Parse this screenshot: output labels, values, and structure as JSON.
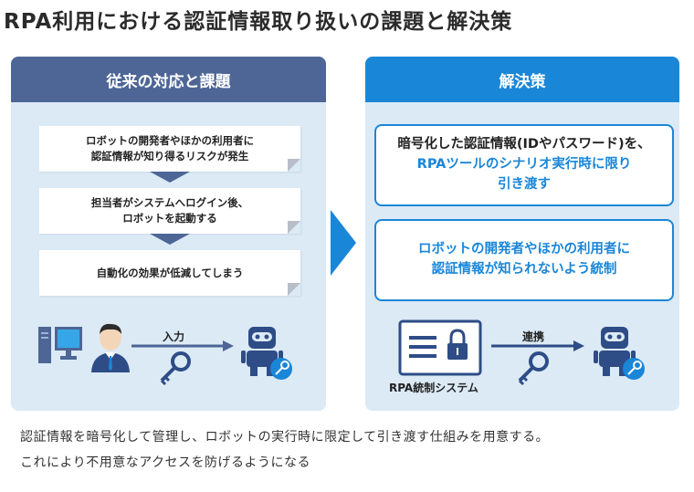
{
  "title": "RPA利用における認証情報取り扱いの課題と解決策",
  "left": {
    "heading": "従来の対応と課題",
    "steps": [
      "ロボットの開発者やほかの利用者に\n認証情報が知り得るリスクが発生",
      "担当者がシステムへログイン後、\nロボットを起動する",
      "自動化の効果が低減してしまう"
    ],
    "flow_label": "入力"
  },
  "right": {
    "heading": "解決策",
    "solution1_line1": "暗号化した認証情報(IDやパスワード)を、",
    "solution1_line2": "RPAツールのシナリオ実行時に限り",
    "solution1_line3": "引き渡す",
    "solution2_line1": "ロボットの開発者やほかの利用者に",
    "solution2_line2": "認証情報が知られないよう統制",
    "system_label": "RPA統制システム",
    "flow_label": "連携"
  },
  "caption": {
    "line1": "認証情報を暗号化して管理し、ロボットの実行時に限定して引き渡す仕組みを用意する。",
    "line2": "これにより不用意なアクセスを防げるようになる"
  },
  "colors": {
    "navy": "#4d6696",
    "blue": "#1a86d8",
    "panel_bg": "#dceaf6"
  }
}
